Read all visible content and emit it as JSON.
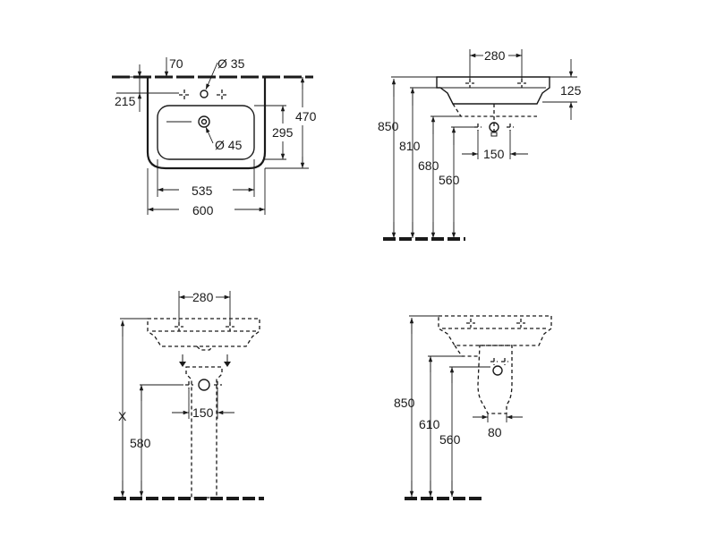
{
  "top_view": {
    "offset_label": "70",
    "tap_hole_label": "Ø 35",
    "tap_height_label": "215",
    "basin_depth_label": "470",
    "bowl_depth_label": "295",
    "waste_label": "Ø 45",
    "bowl_width_label": "535",
    "overall_width_label": "600"
  },
  "side_view": {
    "tap_spacing_label": "280",
    "rim_thickness_label": "125",
    "rim_height_label": "850",
    "underside_height_label": "810",
    "waste_height_label": "680",
    "supply_height_label": "560",
    "supply_spacing_label": "150"
  },
  "pedestal_front": {
    "tap_spacing_label": "280",
    "height_label": "X",
    "supply_spacing_label": "150",
    "supply_height_label": "580"
  },
  "pedestal_side": {
    "rim_height_label": "850",
    "waste_height_label": "610",
    "supply_height_label": "560",
    "depth_label": "80"
  }
}
